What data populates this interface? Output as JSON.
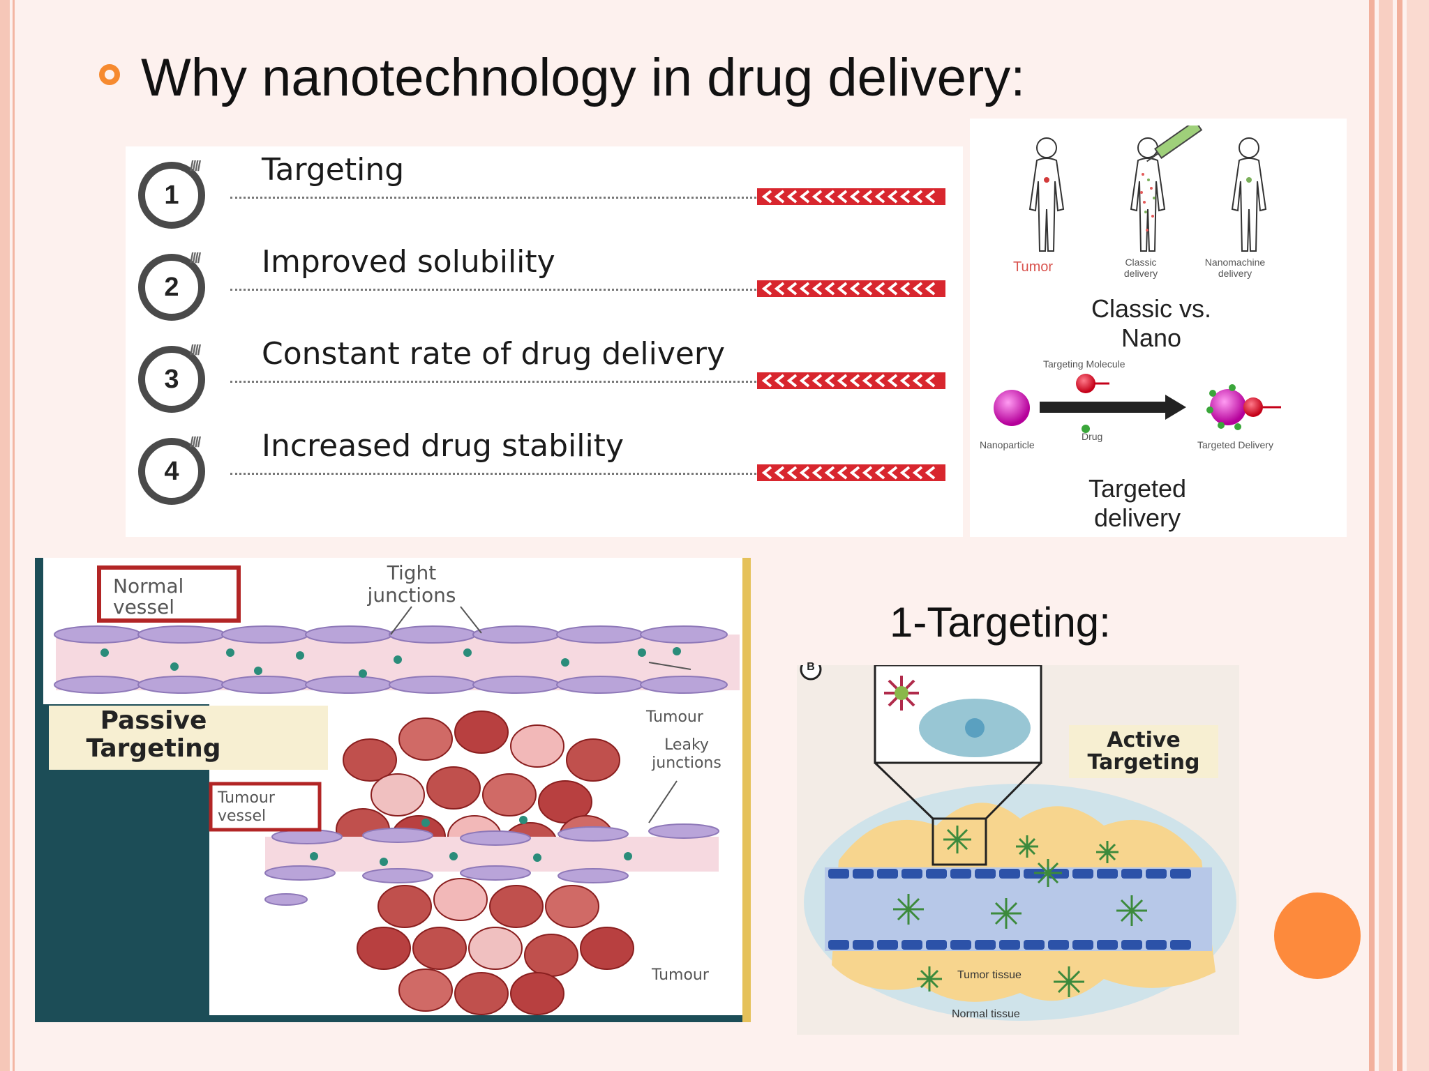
{
  "title": "Why nanotechnology in drug delivery:",
  "list": {
    "items": [
      {
        "num": "1",
        "label": "Targeting"
      },
      {
        "num": "2",
        "label": "Improved solubility"
      },
      {
        "num": "3",
        "label": "Constant rate of drug delivery"
      },
      {
        "num": "4",
        "label": "Increased drug stability"
      }
    ]
  },
  "right_panel": {
    "figures": [
      "Tumor",
      "Classic delivery",
      "Nanomachine delivery"
    ],
    "caption1": "Classic vs. Nano",
    "targeting_molecule": "Targeting Molecule",
    "nanoparticle": "Nanoparticle",
    "drug": "Drug",
    "targeted_delivery_small": "Targeted Delivery",
    "caption2": "Targeted delivery"
  },
  "passive": {
    "normal_vessel": "Normal vessel",
    "tight_junctions": "Tight junctions",
    "heading": "Passive Targeting",
    "tumour1": "Tumour",
    "leaky_junctions": "Leaky junctions",
    "tumour_vessel": "Tumour vessel",
    "tumour2": "Tumour"
  },
  "targeting_heading": "1-Targeting:",
  "active": {
    "heading": "Active Targeting",
    "tumor_tissue": "Tumor tissue",
    "normal_tissue": "Normal tissue",
    "panel_letter": "B"
  },
  "colors": {
    "accent": "#f68a2f",
    "orange_dot": "#fd8a3c",
    "chevron": "#d8262e"
  }
}
